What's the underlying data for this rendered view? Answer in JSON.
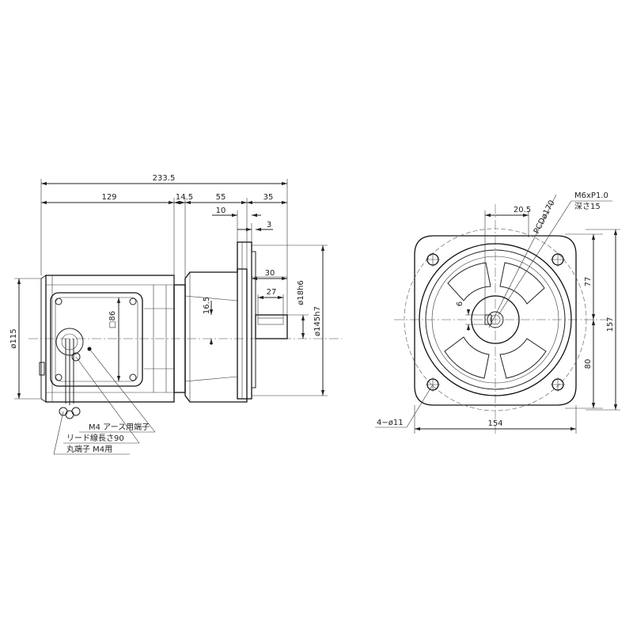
{
  "side_view": {
    "dims": {
      "overall_length": "233.5",
      "motor_length": "129",
      "adapter_length": "14.5",
      "gearhead_length": "55",
      "shaft_length": "35",
      "flange_offset": "10",
      "pilot_depth": "3",
      "shaft_30": "30",
      "key_length": "27",
      "shaft_height": "16.5",
      "terminal_box": "□86",
      "motor_diameter": "ø115",
      "shaft_diameter": "ø18h6",
      "pilot_diameter": "ø145h7"
    },
    "notes": {
      "earth_terminal": "M4 アース用端子",
      "lead_length": "リード線長さ90",
      "ring_terminal": "丸端子 M4用"
    }
  },
  "front_view": {
    "dims": {
      "tap_spec": "M6xP1.0",
      "tap_depth": "深さ15",
      "pcd": "PCDø170",
      "key_offset": "20.5",
      "key_width": "6",
      "upper_height": "77",
      "lower_height": "80",
      "total_height": "157",
      "width": "154",
      "holes": "4−ø11"
    }
  }
}
